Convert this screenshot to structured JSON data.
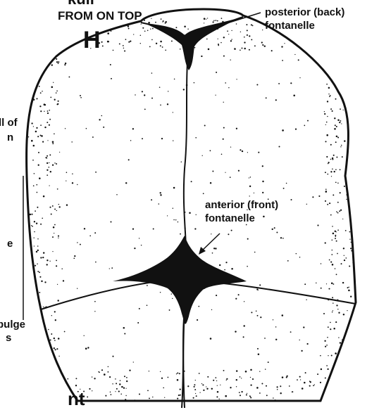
{
  "figure": {
    "heading_fragment_top": "kull",
    "view_label": "FROM ON TOP",
    "figure_letter": "H",
    "labels": {
      "posterior": [
        "posterior (back)",
        "fontanelle"
      ],
      "anterior": [
        "anterior (front)",
        "fontanelle"
      ]
    },
    "cropped_left_text": {
      "line1": [
        "ll of",
        "n"
      ],
      "line2": [
        "e"
      ],
      "line3": [
        "bulge",
        "s"
      ]
    },
    "heading_fragment_bottom": "nt"
  },
  "colors": {
    "ink": "#111111",
    "paper": "#ffffff"
  }
}
